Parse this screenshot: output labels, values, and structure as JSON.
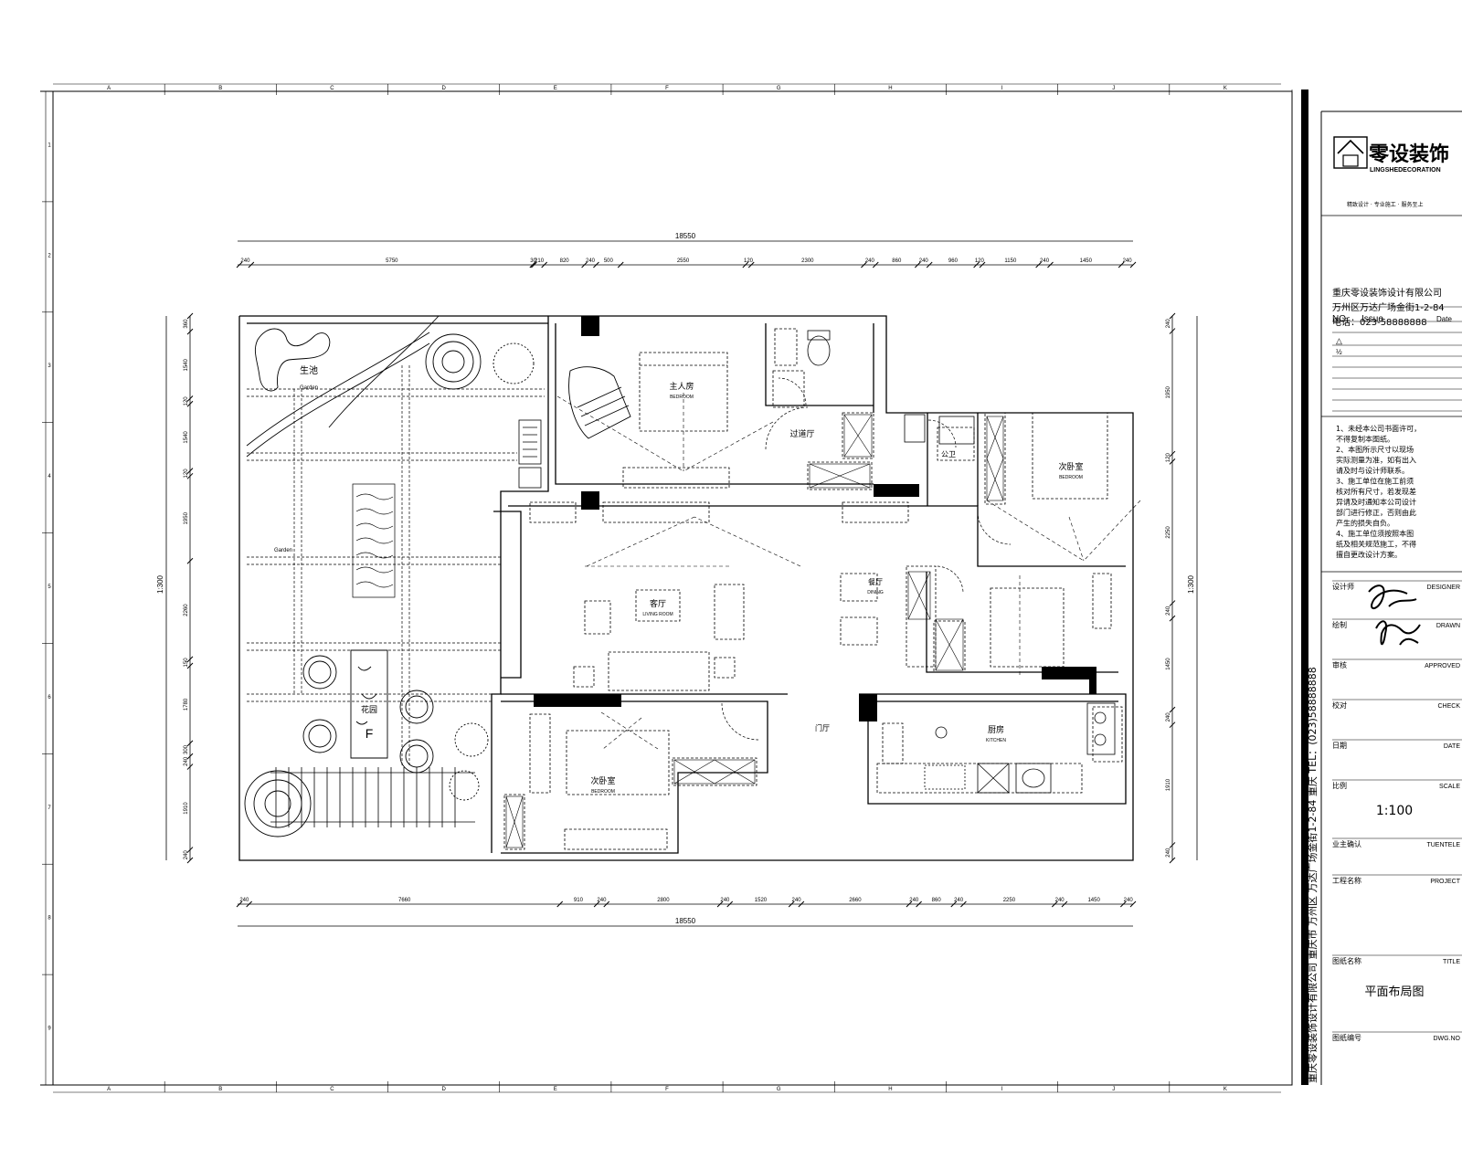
{
  "grid_columns": [
    "A",
    "B",
    "C",
    "D",
    "E",
    "F",
    "G",
    "H",
    "I",
    "J",
    "K"
  ],
  "grid_rows": [
    "1",
    "2",
    "3",
    "4",
    "5",
    "6",
    "7",
    "8",
    "9"
  ],
  "plan": {
    "overall_width": "18550",
    "overall_height": "1:300",
    "top_dims": [
      "240",
      "5750",
      "30",
      "210",
      "820",
      "240",
      "500",
      "2550",
      "120",
      "2300",
      "240",
      "860",
      "240",
      "960",
      "120",
      "1150",
      "240",
      "1450",
      "240"
    ],
    "bottom_dims": [
      "240",
      "7660",
      "910",
      "240",
      "2800",
      "240",
      "1520",
      "240",
      "2660",
      "240",
      "860",
      "240",
      "2250",
      "240",
      "1450",
      "240"
    ],
    "left_dims": [
      "360",
      "1540",
      "120",
      "1540",
      "120",
      "1950",
      "2260",
      "150",
      "1780",
      "300",
      "240",
      "1910",
      "240"
    ],
    "right_dims": [
      "240",
      "1950",
      "120",
      "2250",
      "240",
      "1450",
      "240",
      "1910",
      "240"
    ],
    "rooms": {
      "pond": "生池",
      "pond_en": "Garden",
      "garden_en": "Garden",
      "garden": "花园",
      "master": "主人房",
      "master_en": "BEDROOM",
      "corridor": "过道厅",
      "bath": "公卫",
      "bedroom2": "次卧室",
      "bedroom2_en": "BEDROOM",
      "living": "客厅",
      "living_en": "LIVING ROOM",
      "dining": "餐厅",
      "dining_en": "DINING",
      "bedroom3": "次卧室",
      "bedroom3_en": "BEDROOM",
      "hall": "门厅",
      "kitchen": "厨房",
      "kitchen_en": "KITCHEN",
      "letter_f": "F"
    }
  },
  "title_block": {
    "company_cn": "零设装饰",
    "company_en": "LINGSHEDECORATION",
    "slogan": "精致设计 · 专业施工 · 服务至上",
    "company_full": "重庆零设装饰设计有限公司",
    "address": "万州区万达广场金街1-2-84",
    "phone": "电话：023-58888888",
    "no_label": "NO.",
    "issue_label": "Issue",
    "date_label": "Date",
    "notes": [
      "1、未经本公司书面许可，",
      "不得复制本图纸。",
      "2、本图所示尺寸以现场",
      "实际测量为准，如有出入",
      "请及时与设计师联系。",
      "3、施工单位在施工前须",
      "核对所有尺寸，若发现差",
      "异请及时通知本公司设计",
      "部门进行修正，否则由此",
      "产生的损失自负。",
      "4、施工单位须按照本图",
      "纸及相关规范施工，不得",
      "擅自更改设计方案。"
    ],
    "vertical_text": "重庆零设装饰设计有限公司   重庆市  万州区  万达广场金街1-2-84   重庆   TEL：(023)58888888",
    "designer_cn": "设计师",
    "designer_en": "DESIGNER",
    "drawn_cn": "绘制",
    "drawn_en": "DRAWN",
    "approved_cn": "审核",
    "approved_en": "APPROVED",
    "check_cn": "校对",
    "check_en": "CHECK",
    "date_cn": "日期",
    "date_en": "DATE",
    "scale_cn": "比例",
    "scale_en": "SCALE",
    "scale_value": "1:100",
    "client_cn": "业主确认",
    "client_en": "TUENTELE",
    "project_cn": "工程名称",
    "project_en": "PROJECT",
    "title_cn": "图纸名称",
    "title_en": "TITLE",
    "title_value": "平面布局图",
    "dwg_cn": "图纸编号",
    "dwg_en": "DWG.NO"
  }
}
